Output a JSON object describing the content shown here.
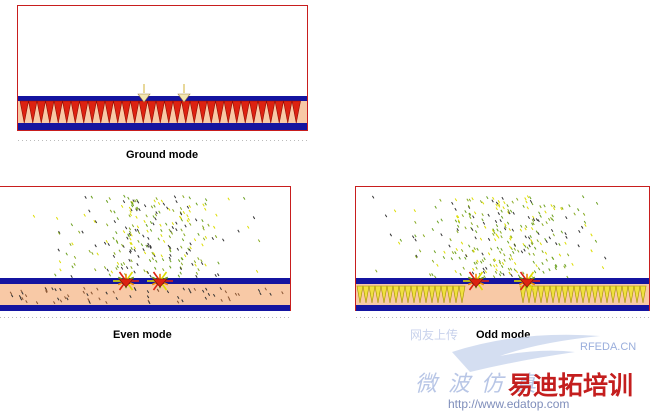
{
  "captions": {
    "ground": "Ground mode",
    "even": "Even mode",
    "odd": "Odd mode"
  },
  "watermark": {
    "brand_latin": "RFEDA.CN",
    "cn_faint_top": "网友上传",
    "cn_wave": "微 波 仿 真",
    "cn_brand": "易迪拓培训",
    "url": "http://www.edatop.com"
  },
  "colors": {
    "border_red": "#c81e1e",
    "strip_blue": "#1414a0",
    "substrate": "#f8c9a6",
    "arrow_red": "#dd2211",
    "arrow_orange": "#ee8800",
    "arrow_yellow": "#dddd00",
    "arrow_green": "#6aa020",
    "watermark_red": "#c41e1e"
  }
}
